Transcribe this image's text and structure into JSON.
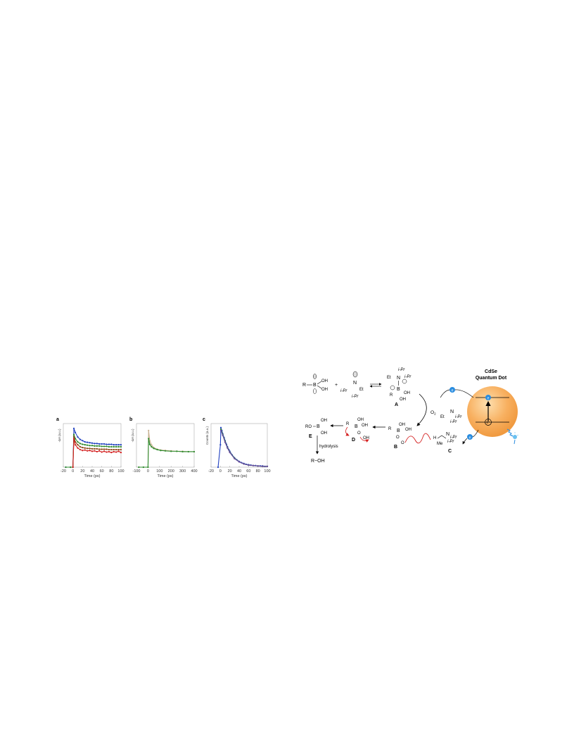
{
  "chart_data": [
    {
      "type": "scatter",
      "panel_label": "a",
      "xlabel": "Time (ps)",
      "ylabel": "-ΔA (a.u.)",
      "xlim": [
        -20,
        100
      ],
      "xticks": [
        "-20",
        "0",
        "20",
        "40",
        "60",
        "80",
        "100"
      ],
      "grid": false,
      "series": [
        {
          "color": "#1f3fc0",
          "x": [
            -15,
            -5,
            0,
            2,
            5,
            10,
            15,
            20,
            25,
            30,
            35,
            40,
            45,
            50,
            55,
            60,
            65,
            70,
            75,
            80,
            85,
            90,
            95,
            100
          ],
          "y": [
            0,
            0,
            0,
            0.95,
            0.85,
            0.74,
            0.68,
            0.65,
            0.62,
            0.61,
            0.6,
            0.59,
            0.58,
            0.58,
            0.57,
            0.57,
            0.57,
            0.56,
            0.56,
            0.56,
            0.55,
            0.55,
            0.55,
            0.55
          ]
        },
        {
          "color": "#2e8b2e",
          "x": [
            -15,
            -5,
            0,
            2,
            5,
            10,
            15,
            20,
            25,
            30,
            35,
            40,
            45,
            50,
            55,
            60,
            65,
            70,
            75,
            80,
            85,
            90,
            95,
            100
          ],
          "y": [
            0,
            0,
            0,
            0.8,
            0.7,
            0.62,
            0.58,
            0.56,
            0.55,
            0.54,
            0.53,
            0.53,
            0.52,
            0.52,
            0.52,
            0.51,
            0.51,
            0.51,
            0.5,
            0.5,
            0.5,
            0.5,
            0.5,
            0.5
          ]
        },
        {
          "color": "#8b4a1a",
          "x": [
            0,
            2,
            5,
            10,
            15,
            20,
            25,
            30,
            35,
            40,
            45,
            50,
            55,
            60,
            65,
            70,
            75,
            80,
            85,
            90,
            95,
            100
          ],
          "y": [
            0,
            0.75,
            0.62,
            0.55,
            0.5,
            0.48,
            0.47,
            0.46,
            0.46,
            0.45,
            0.45,
            0.45,
            0.44,
            0.44,
            0.44,
            0.44,
            0.43,
            0.43,
            0.43,
            0.43,
            0.43,
            0.43
          ]
        },
        {
          "color": "#d42020",
          "x": [
            0,
            2,
            5,
            10,
            15,
            20,
            25,
            30,
            35,
            40,
            45,
            50,
            55,
            60,
            65,
            70,
            75,
            80,
            85,
            90,
            95,
            100
          ],
          "y": [
            0,
            0.7,
            0.55,
            0.47,
            0.43,
            0.41,
            0.42,
            0.4,
            0.41,
            0.39,
            0.4,
            0.38,
            0.4,
            0.37,
            0.39,
            0.37,
            0.38,
            0.36,
            0.38,
            0.37,
            0.39,
            0.36
          ]
        }
      ]
    },
    {
      "type": "scatter",
      "panel_label": "b",
      "xlabel": "Time (ps)",
      "ylabel": "-ΔA (a.u.)",
      "xlim": [
        -100,
        400
      ],
      "xticks": [
        "-100",
        "0",
        "100",
        "200",
        "300",
        "400"
      ],
      "grid": false,
      "series": [
        {
          "color": "#c8b090",
          "x": [
            -80,
            -40,
            0,
            5,
            15,
            30,
            50,
            80,
            110,
            150,
            200,
            250,
            300,
            350,
            400
          ],
          "y": [
            0,
            0,
            0,
            0.9,
            0.65,
            0.55,
            0.48,
            0.44,
            0.42,
            0.41,
            0.4,
            0.39,
            0.39,
            0.38,
            0.38
          ]
        },
        {
          "color": "#2e8b2e",
          "x": [
            -80,
            -40,
            0,
            5,
            15,
            30,
            50,
            80,
            110,
            150,
            200,
            250,
            300,
            350,
            400
          ],
          "y": [
            0,
            0,
            0,
            0.7,
            0.56,
            0.5,
            0.46,
            0.43,
            0.41,
            0.4,
            0.39,
            0.39,
            0.38,
            0.38,
            0.38
          ]
        }
      ]
    },
    {
      "type": "scatter",
      "panel_label": "c",
      "xlabel": "Time (ps)",
      "ylabel": "Counts (a.u.)",
      "xlim": [
        -20,
        100
      ],
      "xticks": [
        "-20",
        "0",
        "20",
        "40",
        "60",
        "80",
        "100"
      ],
      "grid": false,
      "series": [
        {
          "color": "#1f3fc0",
          "x": [
            -5,
            0,
            1,
            3,
            5,
            8,
            10,
            13,
            15,
            18,
            20,
            25,
            30,
            35,
            40,
            45,
            50,
            55,
            60,
            65,
            70,
            75,
            80,
            85,
            90,
            95,
            100
          ],
          "y": [
            0,
            0.55,
            0.97,
            0.9,
            0.82,
            0.72,
            0.65,
            0.56,
            0.5,
            0.43,
            0.39,
            0.3,
            0.23,
            0.18,
            0.14,
            0.11,
            0.09,
            0.07,
            0.06,
            0.05,
            0.04,
            0.04,
            0.03,
            0.03,
            0.03,
            0.02,
            0.02
          ]
        },
        {
          "color": "#2e8b2e",
          "x": [
            1,
            5,
            10,
            15,
            20,
            30,
            40,
            50,
            60,
            70,
            80,
            90,
            100
          ],
          "y": [
            0.93,
            0.8,
            0.63,
            0.48,
            0.37,
            0.22,
            0.13,
            0.08,
            0.05,
            0.04,
            0.03,
            0.02,
            0.02
          ]
        },
        {
          "color": "#6a4aa0",
          "x": [
            1,
            5,
            10,
            15,
            20,
            30,
            40,
            50,
            60,
            70,
            80,
            90,
            100
          ],
          "y": [
            0.9,
            0.78,
            0.61,
            0.47,
            0.36,
            0.21,
            0.13,
            0.08,
            0.05,
            0.04,
            0.03,
            0.02,
            0.02
          ]
        }
      ]
    }
  ],
  "scheme": {
    "qd_title_1": "CdSe",
    "qd_title_2": "Quantum Dot",
    "electron": "e",
    "hole": "h⁺",
    "oxygen": "O",
    "oxygen_sub": "2",
    "hydrolysis": "hydrolysis",
    "label_A": "A",
    "label_B": "B",
    "label_C": "C",
    "label_D": "D",
    "label_E": "E",
    "product": "R−OH",
    "boronic_R": "R",
    "boronic_B": "B",
    "OH": "OH",
    "plus": "+",
    "N": "N",
    "Et": "Et",
    "iPr": "i-Pr",
    "Me": "Me",
    "H": "H",
    "RO": "RO",
    "O": "O"
  },
  "colors": {
    "qd_fill": "#f8b060",
    "electron_fill": "#2a8de0",
    "red_arrow": "#d42020",
    "light_icon": "#2a8de0"
  }
}
